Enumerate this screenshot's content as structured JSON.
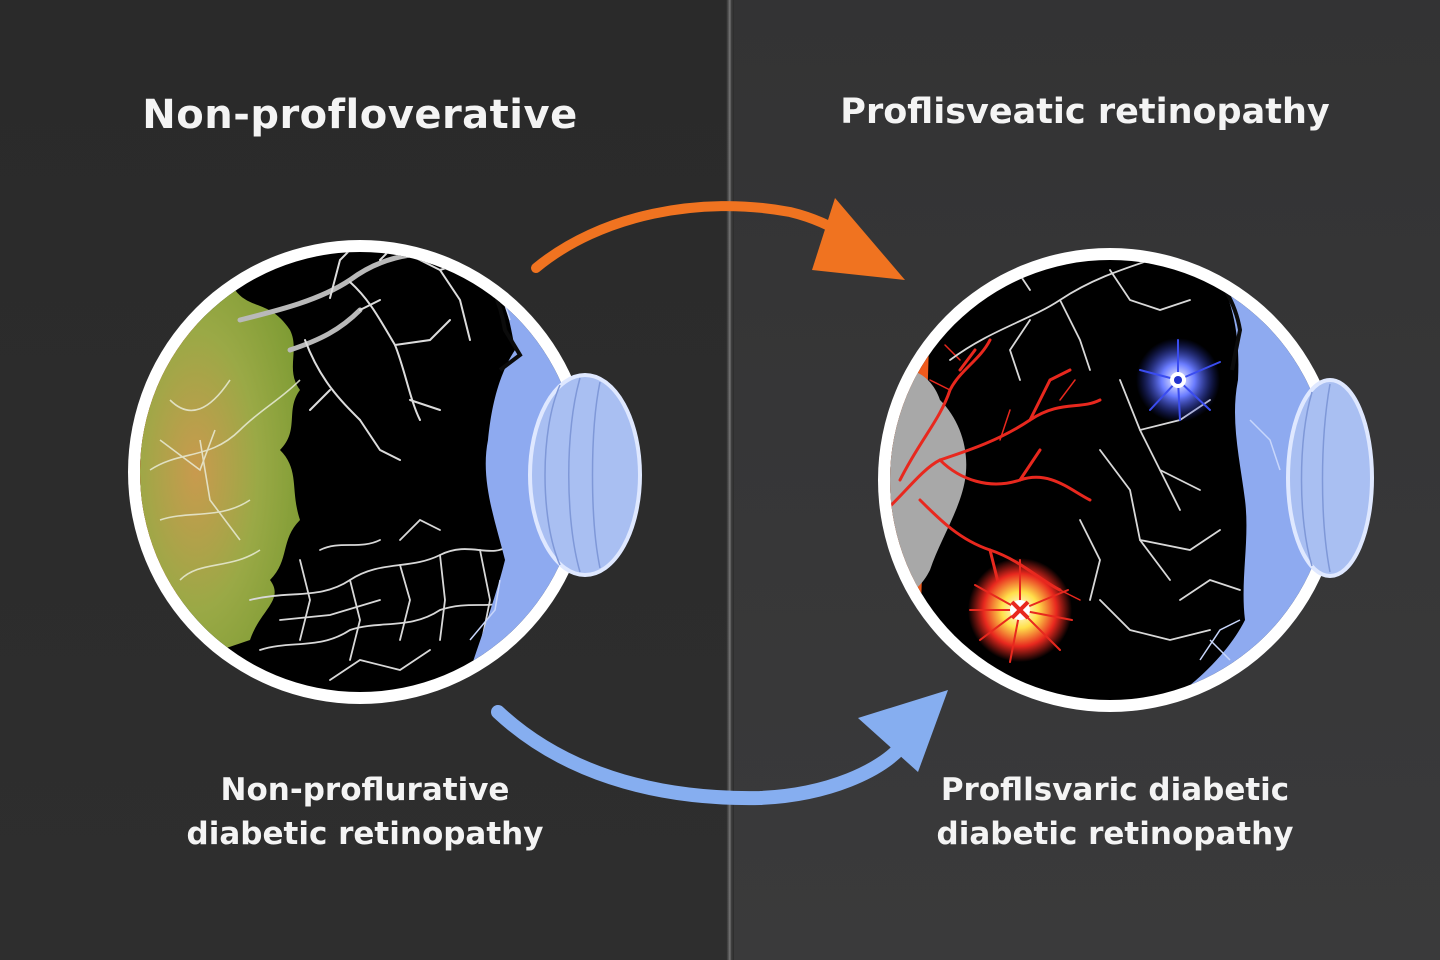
{
  "left": {
    "title": "Non-profloverative",
    "caption_line1": "Non-proflurative",
    "caption_line2": "diabetic retinopathy"
  },
  "right": {
    "title": "Proflisveatic retinopathy",
    "caption_line1": "Profllsvaric diabetic",
    "caption_line2": "diabetic retinopathy"
  },
  "colors": {
    "top_arrow": "#f07320",
    "bottom_arrow": "#86aef0",
    "eye_outline": "#ffffff",
    "sclera": "#8eaaf0",
    "lesion_green": "#8aa83a",
    "neovessels_red": "#e8281e",
    "hemorrhage_blue": "#2233cc"
  }
}
